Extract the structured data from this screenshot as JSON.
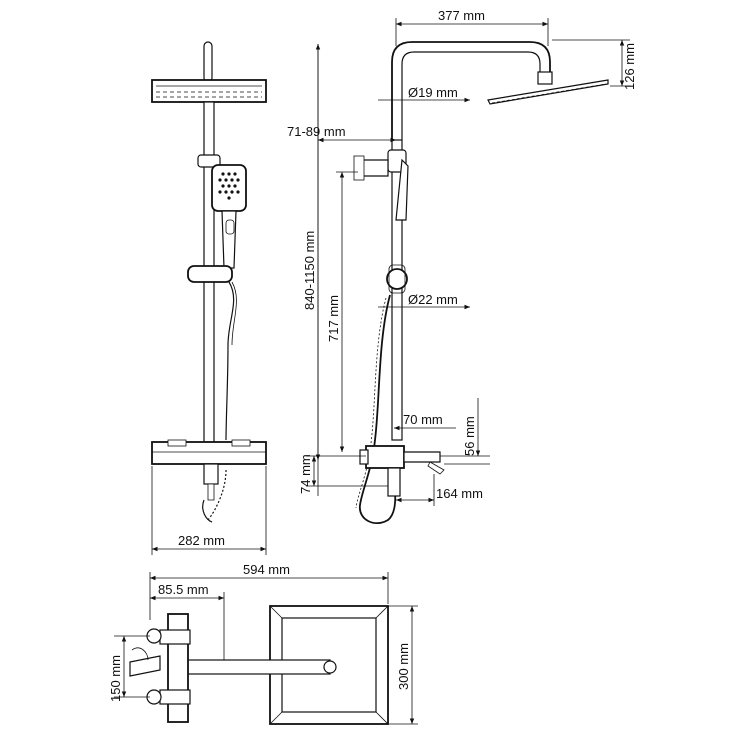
{
  "dimensions": {
    "head_width": "377 mm",
    "head_height": "126 mm",
    "arm_diameter": "Ø19 mm",
    "wall_offset": "71-89 mm",
    "total_height": "840-1150 mm",
    "bar_height": "717 mm",
    "bar_diameter": "Ø22 mm",
    "spout_gap": "70 mm",
    "spout_height": "56 mm",
    "mixer_height": "74 mm",
    "spout_length": "164 mm",
    "mixer_width": "282 mm",
    "total_depth": "594 mm",
    "inlet_offset": "85.5 mm",
    "inlet_spacing": "150 mm",
    "head_size": "300 mm"
  },
  "colors": {
    "stroke": "#111111",
    "background": "#ffffff"
  }
}
